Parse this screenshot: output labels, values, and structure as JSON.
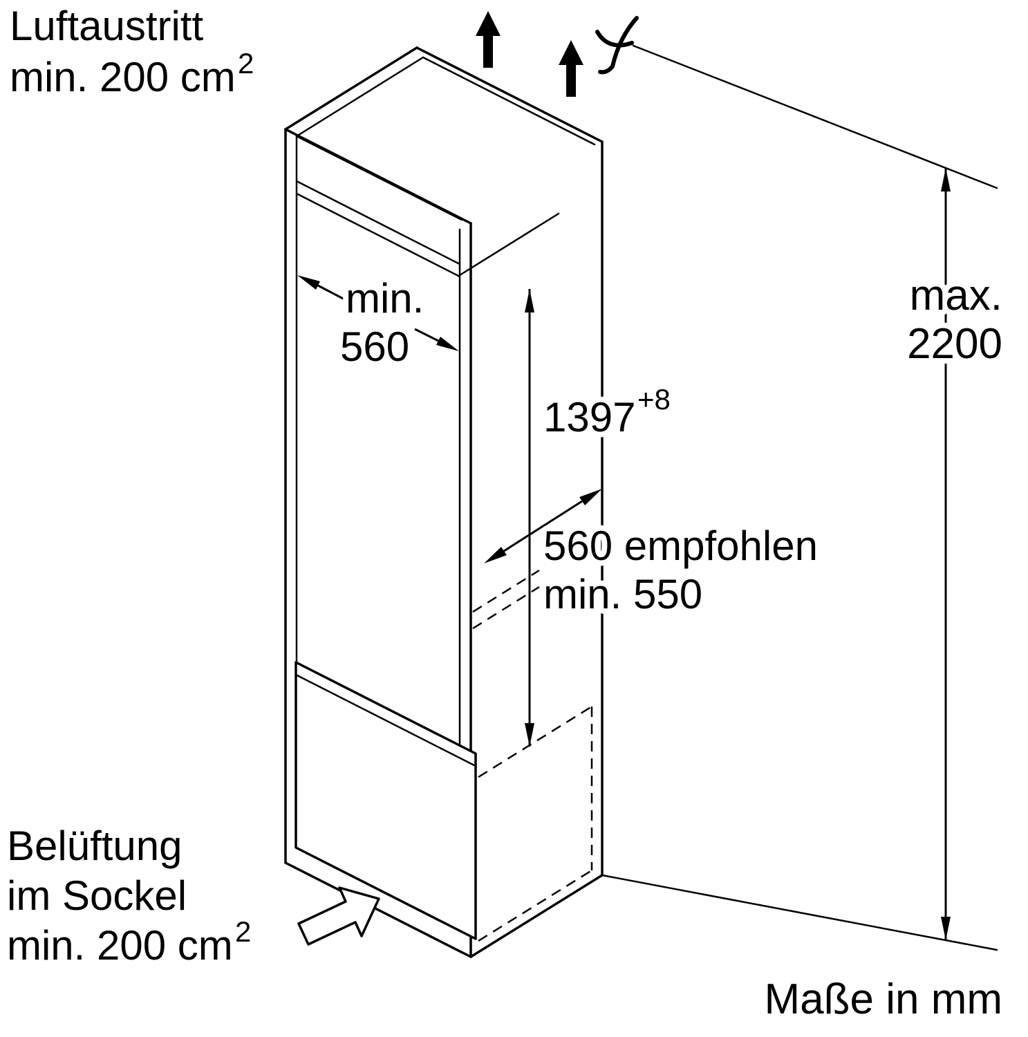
{
  "diagram": {
    "air_outlet": {
      "line1": "Luftaustritt",
      "line2": "min. 200 cm",
      "sup": "2"
    },
    "niche_width": {
      "line1": "min.",
      "line2": "560"
    },
    "niche_height": {
      "value": "1397",
      "tolerance": "+8"
    },
    "niche_depth": {
      "line1": "560 empfohlen",
      "line2": "min. 550"
    },
    "max_height": {
      "line1": "max.",
      "line2": "2200"
    },
    "plinth_vent": {
      "line1": "Belüftung",
      "line2": "im Sockel",
      "line3": "min. 200 cm",
      "sup": "2"
    },
    "units_note": "Maße in mm",
    "icons": {
      "top_vent": "up-arrow-icon",
      "power_cord": "power-cord-icon",
      "plinth_airflow": "airflow-arrow-icon"
    },
    "colors": {
      "line": "#000000",
      "background": "#ffffff"
    }
  }
}
